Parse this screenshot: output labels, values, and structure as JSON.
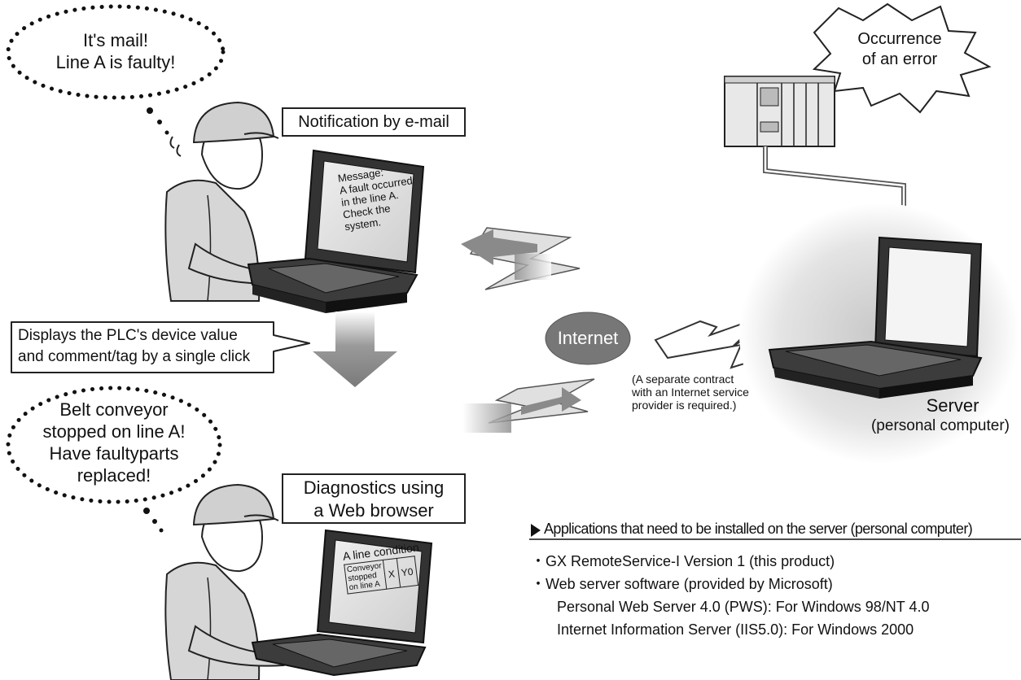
{
  "worker_top": {
    "thought": [
      "It's mail!",
      "Line A is faulty!"
    ],
    "label": "Notification by e-mail",
    "screen": [
      "Message:",
      "A fault occurred",
      "in the line A.",
      "Check the",
      "system."
    ]
  },
  "callout": [
    "Displays the PLC's device value",
    "and comment/tag by a single click"
  ],
  "worker_bottom": {
    "thought": [
      "Belt conveyor",
      "stopped on line A!",
      "Have faultyparts",
      "replaced!"
    ],
    "label": [
      "Diagnostics using",
      "a Web browser"
    ],
    "screen": {
      "title": "A line condition",
      "cell1": [
        "Conveyor",
        "stopped",
        "on line A"
      ],
      "cell2": "X",
      "cell3": "Y0"
    }
  },
  "internet": {
    "label": "Internet",
    "note": [
      "(A separate contract",
      "with an Internet service",
      "provider is required.)"
    ]
  },
  "error_burst": [
    "Occurrence",
    "of an error"
  ],
  "server": {
    "label": "Server",
    "sublabel": "(personal computer)"
  },
  "apps": {
    "heading": "Applications that need to be installed on the server (personal computer)",
    "items": [
      "・GX RemoteService-I Version 1 (this product)",
      "・Web server software (provided by Microsoft)",
      "Personal Web Server 4.0 (PWS): For Windows 98/NT 4.0",
      "Internet Information Server (IIS5.0): For Windows 2000"
    ]
  }
}
